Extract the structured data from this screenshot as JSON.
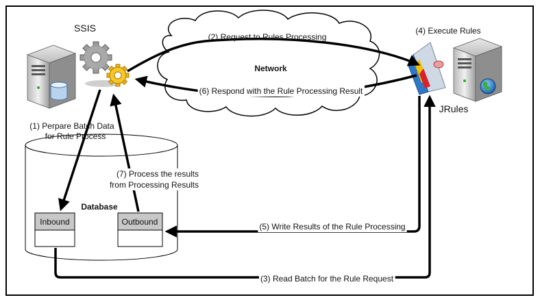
{
  "nodes": {
    "ssis": "SSIS",
    "jrules": "JRules",
    "network": "Network",
    "database": "Database",
    "inbound": "Inbound",
    "outbound": "Outbound",
    "execute_rules": "(4) Execute Rules"
  },
  "edges": {
    "step1_line1": "(1) Perpare Batch Data",
    "step1_line2": "for Rule Process",
    "step2": "(2) Request to Rules Processing",
    "step3": "(3) Read Batch for the Rule Request",
    "step5": "(5) Write Results of the Rule Processing",
    "step6": "(6) Respond with the Rule Processing Result",
    "step7_line1": "(7) Process the results",
    "step7_line2": "from Processing Results"
  },
  "icons": {
    "server_left": "server-with-database-icon",
    "gears": "gears-icon",
    "rules_engine": "rules-engine-icon",
    "server_right": "server-with-globe-icon",
    "network_cloud": "cloud-icon"
  }
}
